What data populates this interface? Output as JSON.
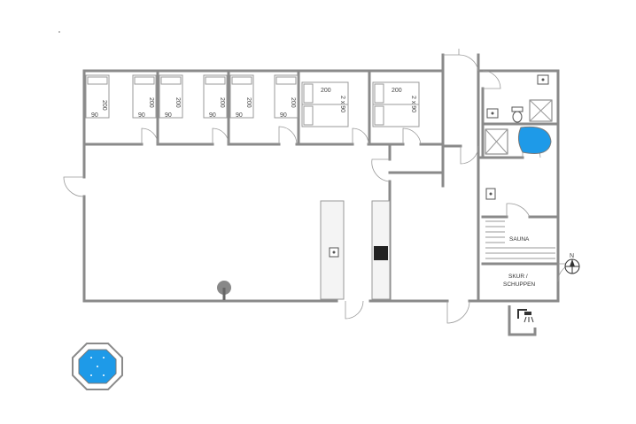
{
  "beds": {
    "single_length": "200",
    "single_width": "90",
    "double_length": "200",
    "double_width": "2 x 90"
  },
  "rooms": {
    "sauna": "SAUNA",
    "shed_line1": "SKUR /",
    "shed_line2": "SCHUPPEN"
  },
  "compass": {
    "north": "N"
  },
  "colors": {
    "wall": "#8a8a8a",
    "water": "#1e9ae8",
    "counter": "#f4f4f4"
  },
  "icons": [
    "sink-icon",
    "toilet-icon",
    "shower-icon",
    "stove-icon",
    "fireplace-icon",
    "bathtub-icon",
    "whirlpool-icon",
    "outdoor-shower-icon",
    "compass-icon"
  ]
}
